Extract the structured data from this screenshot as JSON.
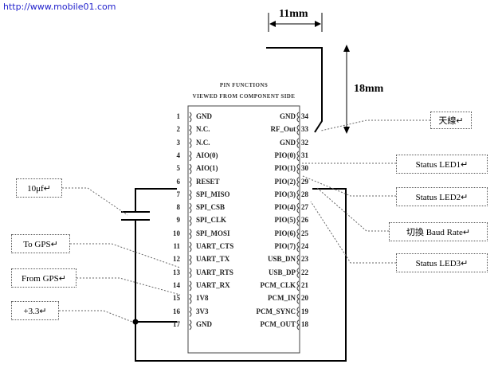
{
  "source_url": "http://www.mobile01.com",
  "dimensions": {
    "width_label": "11mm",
    "height_label": "18mm"
  },
  "module": {
    "title": "PIN FUNCTIONS",
    "subtitle": "VIEWED FROM COMPONENT SIDE",
    "left_pins": [
      {
        "num": "1",
        "name": "GND"
      },
      {
        "num": "2",
        "name": "N.C."
      },
      {
        "num": "3",
        "name": "N.C."
      },
      {
        "num": "4",
        "name": "AIO(0)"
      },
      {
        "num": "5",
        "name": "AIO(1)"
      },
      {
        "num": "6",
        "name": "RESET"
      },
      {
        "num": "7",
        "name": "SPI_MISO"
      },
      {
        "num": "8",
        "name": "SPI_CSB"
      },
      {
        "num": "9",
        "name": "SPI_CLK"
      },
      {
        "num": "10",
        "name": "SPI_MOSI"
      },
      {
        "num": "11",
        "name": "UART_CTS"
      },
      {
        "num": "12",
        "name": "UART_TX"
      },
      {
        "num": "13",
        "name": "UART_RTS"
      },
      {
        "num": "14",
        "name": "UART_RX"
      },
      {
        "num": "15",
        "name": "1V8"
      },
      {
        "num": "16",
        "name": "3V3"
      },
      {
        "num": "17",
        "name": "GND"
      }
    ],
    "right_pins": [
      {
        "num": "34",
        "name": "GND"
      },
      {
        "num": "33",
        "name": "RF_Out"
      },
      {
        "num": "32",
        "name": "GND"
      },
      {
        "num": "31",
        "name": "PIO(0)"
      },
      {
        "num": "30",
        "name": "PIO(1)"
      },
      {
        "num": "29",
        "name": "PIO(2)"
      },
      {
        "num": "28",
        "name": "PIO(3)"
      },
      {
        "num": "27",
        "name": "PIO(4)"
      },
      {
        "num": "26",
        "name": "PIO(5)"
      },
      {
        "num": "25",
        "name": "PIO(6)"
      },
      {
        "num": "24",
        "name": "PIO(7)"
      },
      {
        "num": "23",
        "name": "USB_DN"
      },
      {
        "num": "22",
        "name": "USB_DP"
      },
      {
        "num": "21",
        "name": "PCM_CLK"
      },
      {
        "num": "20",
        "name": "PCM_IN"
      },
      {
        "num": "19",
        "name": "PCM_SYNC"
      },
      {
        "num": "18",
        "name": "PCM_OUT"
      }
    ]
  },
  "callouts": {
    "antenna": "天線↵",
    "status_led1": "Status LED1↵",
    "status_led2": "Status LED2↵",
    "baud_rate": "切換  Baud Rate↵",
    "status_led3": "Status LED3↵",
    "cap": "10μf↵",
    "to_gps": "To GPS↵",
    "from_gps": "From GPS↵",
    "power": "+3.3↵"
  }
}
